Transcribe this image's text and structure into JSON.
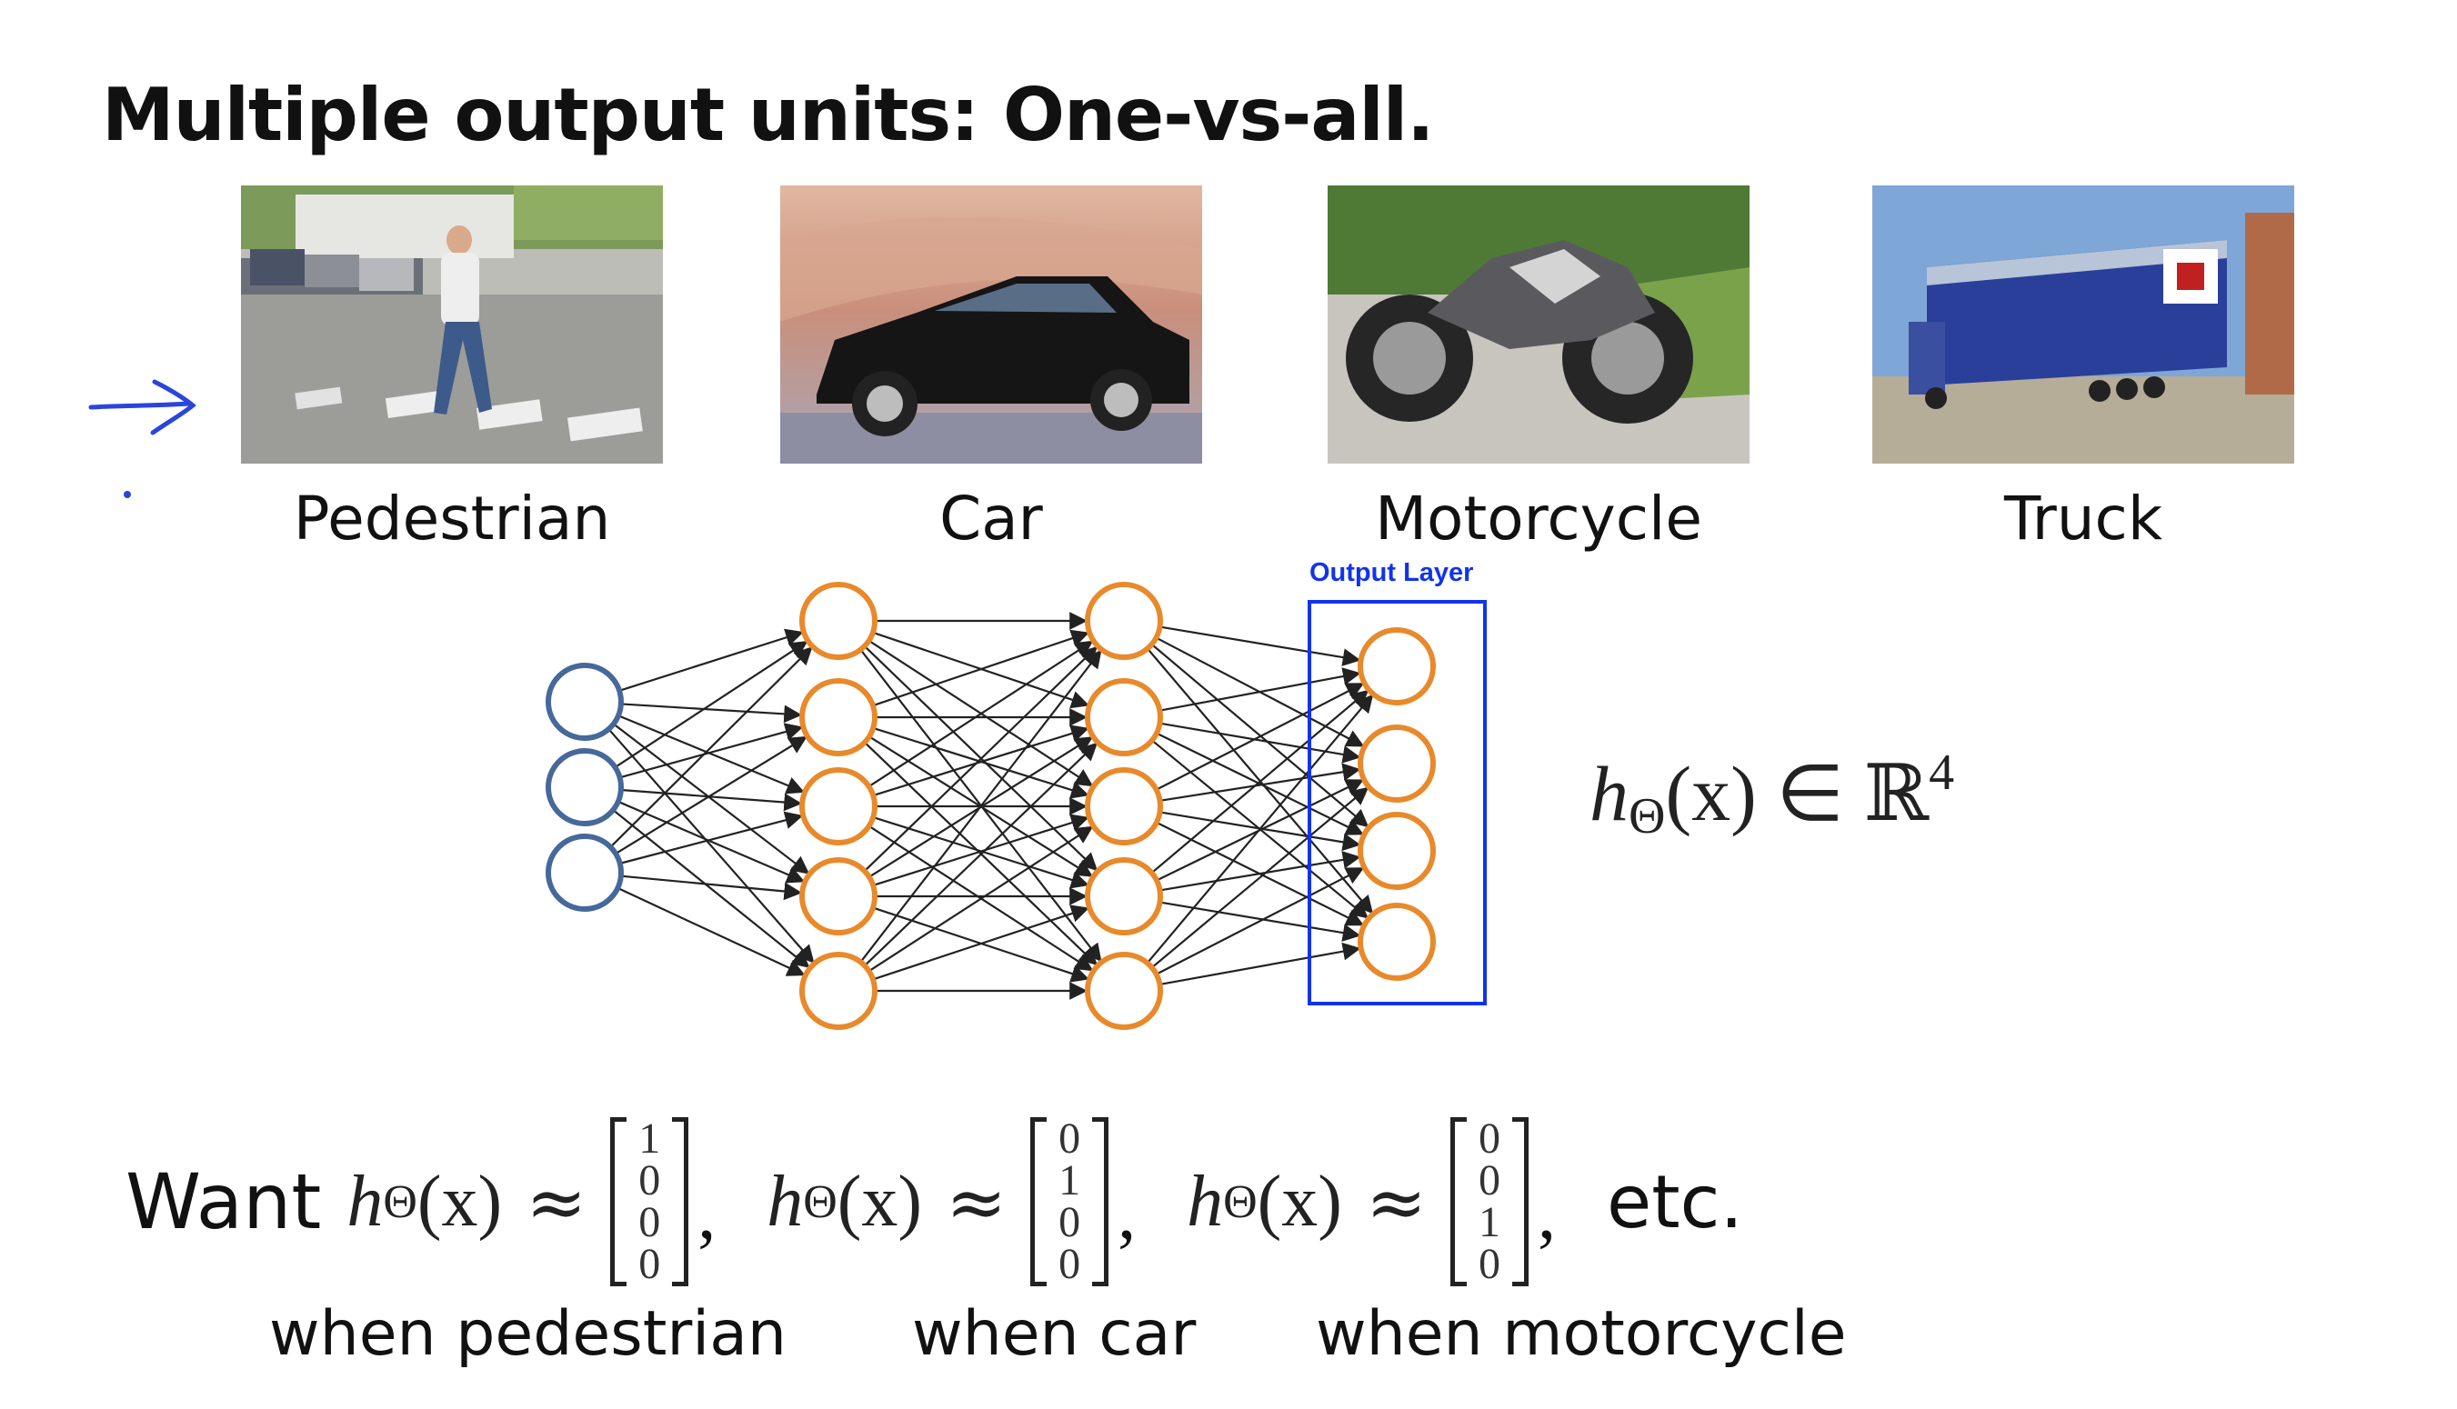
{
  "slide": {
    "title": "Multiple output units: One-vs-all."
  },
  "images": [
    {
      "caption": "Pedestrian",
      "icon": "pedestrian-photo"
    },
    {
      "caption": "Car",
      "icon": "car-photo"
    },
    {
      "caption": "Motorcycle",
      "icon": "motorcycle-photo"
    },
    {
      "caption": "Truck",
      "icon": "truck-photo"
    }
  ],
  "network": {
    "layers": [
      3,
      5,
      5,
      4
    ],
    "input_color": "#46689a",
    "hidden_color": "#e8892b",
    "edge_color": "#222222",
    "output_label": "Output Layer",
    "output_box_color": "#1133ee"
  },
  "hypothesis": {
    "lhs": "h",
    "sub": "Θ",
    "arg": "(x) ∈ ",
    "set": "ℝ",
    "exp": "4"
  },
  "want": {
    "word": "Want",
    "h": "h",
    "sub": "Θ",
    "arg": "(x)",
    "approx": "≈",
    "vectors": [
      [
        "1",
        "0",
        "0",
        "0"
      ],
      [
        "0",
        "1",
        "0",
        "0"
      ],
      [
        "0",
        "0",
        "1",
        "0"
      ]
    ],
    "comma": ",",
    "etc": "etc.",
    "when": [
      "when pedestrian",
      "when car",
      "when motorcycle"
    ]
  },
  "annotations": {
    "ink_color": "#2a44dd"
  }
}
